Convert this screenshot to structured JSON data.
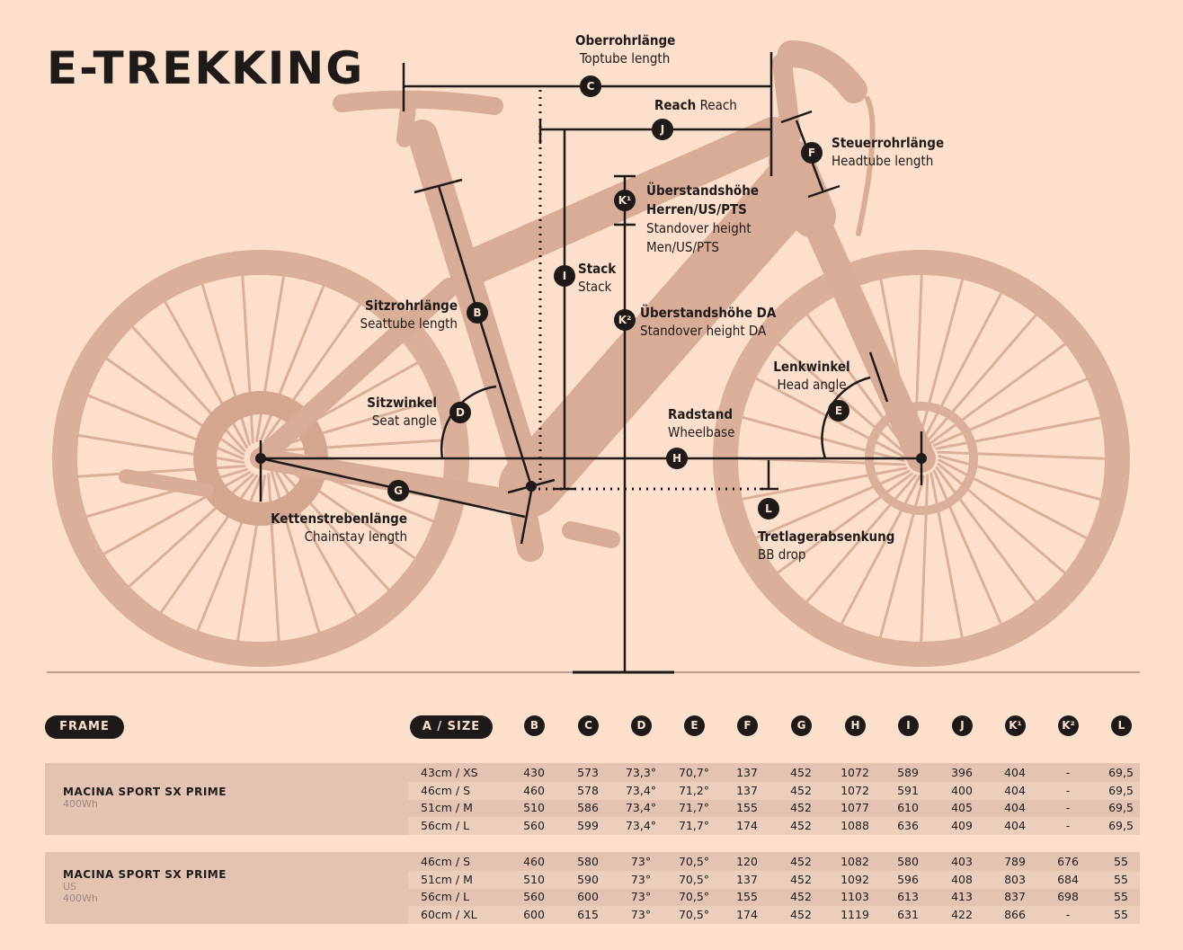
{
  "title": "E-TREKKING",
  "labels": {
    "C": {
      "de": "Oberrohrlänge",
      "en": "Toptube length"
    },
    "J": {
      "de": "Reach",
      "en": "Reach"
    },
    "F": {
      "de": "Steuerrohrlänge",
      "en": "Headtube length"
    },
    "K1": {
      "de1": "Überstandshöhe",
      "de2": "Herren/US/PTS",
      "en1": "Standover height",
      "en2": "Men/US/PTS"
    },
    "I": {
      "de": "Stack",
      "en": "Stack"
    },
    "B": {
      "de": "Sitzrohrlänge",
      "en": "Seattube length"
    },
    "K2": {
      "de": "Überstandshöhe DA",
      "en": "Standover height DA"
    },
    "D": {
      "de": "Sitzwinkel",
      "en": "Seat angle"
    },
    "E": {
      "de": "Lenkwinkel",
      "en": "Head angle"
    },
    "H": {
      "de": "Radstand",
      "en": "Wheelbase"
    },
    "G": {
      "de": "Kettenstrebenlänge",
      "en": "Chainstay length"
    },
    "L": {
      "de": "Tretlagerabsenkung",
      "en": "BB drop"
    }
  },
  "markers": {
    "B": "B",
    "C": "C",
    "D": "D",
    "E": "E",
    "F": "F",
    "G": "G",
    "H": "H",
    "I": "I",
    "J": "J",
    "K1": "K¹",
    "K2": "K²",
    "L": "L"
  },
  "table": {
    "frame_label": "FRAME",
    "size_label": "A / SIZE",
    "columns": [
      "B",
      "C",
      "D",
      "E",
      "F",
      "G",
      "H",
      "I",
      "J",
      "K¹",
      "K²",
      "L"
    ],
    "groups": [
      {
        "model": "MACINA SPORT SX PRIME",
        "sub": [
          "400Wh"
        ],
        "rows": [
          {
            "size": "43cm / XS",
            "values": [
              "430",
              "573",
              "73,3°",
              "70,7°",
              "137",
              "452",
              "1072",
              "589",
              "396",
              "404",
              "-",
              "69,5"
            ]
          },
          {
            "size": "46cm / S",
            "values": [
              "460",
              "578",
              "73,4°",
              "71,2°",
              "137",
              "452",
              "1072",
              "591",
              "400",
              "404",
              "-",
              "69,5"
            ]
          },
          {
            "size": "51cm / M",
            "values": [
              "510",
              "586",
              "73,4°",
              "71,7°",
              "155",
              "452",
              "1077",
              "610",
              "405",
              "404",
              "-",
              "69,5"
            ]
          },
          {
            "size": "56cm / L",
            "values": [
              "560",
              "599",
              "73,4°",
              "71,7°",
              "174",
              "452",
              "1088",
              "636",
              "409",
              "404",
              "-",
              "69,5"
            ]
          }
        ]
      },
      {
        "model": "MACINA SPORT SX PRIME",
        "sub": [
          "US",
          "400Wh"
        ],
        "rows": [
          {
            "size": "46cm / S",
            "values": [
              "460",
              "580",
              "73°",
              "70,5°",
              "120",
              "452",
              "1082",
              "580",
              "403",
              "789",
              "676",
              "55"
            ]
          },
          {
            "size": "51cm / M",
            "values": [
              "510",
              "590",
              "73°",
              "70,5°",
              "137",
              "452",
              "1092",
              "596",
              "408",
              "803",
              "684",
              "55"
            ]
          },
          {
            "size": "56cm / L",
            "values": [
              "560",
              "600",
              "73°",
              "70,5°",
              "155",
              "452",
              "1103",
              "613",
              "413",
              "837",
              "698",
              "55"
            ]
          },
          {
            "size": "60cm / XL",
            "values": [
              "600",
              "615",
              "73°",
              "70,5°",
              "174",
              "452",
              "1119",
              "631",
              "422",
              "866",
              "-",
              "55"
            ]
          }
        ]
      }
    ]
  }
}
